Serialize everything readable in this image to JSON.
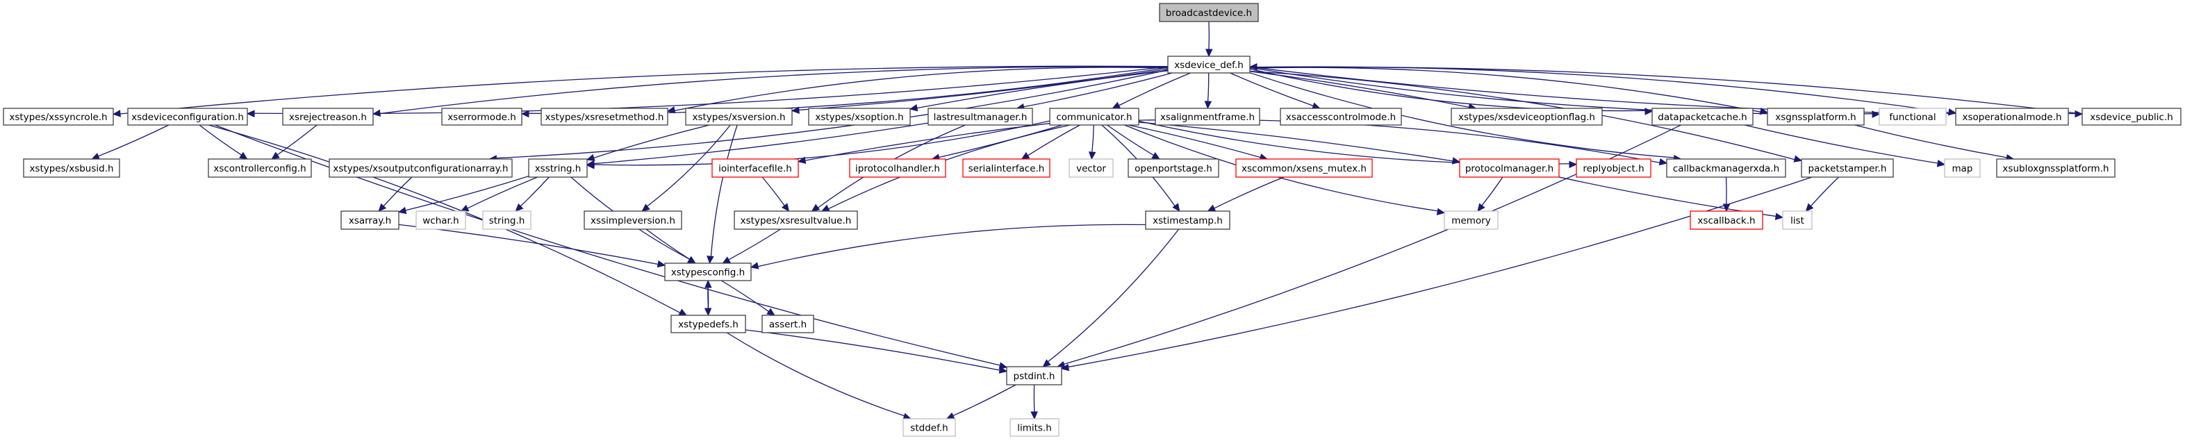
{
  "title": "broadcastdevice.h include dependency graph",
  "colors": {
    "edge": "#191970",
    "root_fill": "#bfbfbf",
    "root_stroke": "#404040",
    "normal_stroke": "#404040",
    "missing_doc_stroke": "#ff0000",
    "external_stroke": "#bfbfbf",
    "node_fill": "#ffffff"
  },
  "nodes": [
    {
      "id": "broadcastdevice",
      "label": "broadcastdevice.h",
      "kind": "root"
    },
    {
      "id": "xsdevice_def",
      "label": "xsdevice_def.h",
      "kind": "normal"
    },
    {
      "id": "xssyncrole",
      "label": "xstypes/xssyncrole.h",
      "kind": "normal"
    },
    {
      "id": "xsdeviceconfiguration",
      "label": "xsdeviceconfiguration.h",
      "kind": "normal"
    },
    {
      "id": "xsrejectreason",
      "label": "xsrejectreason.h",
      "kind": "normal"
    },
    {
      "id": "xserrormode",
      "label": "xserrormode.h",
      "kind": "normal"
    },
    {
      "id": "xsresetmethod",
      "label": "xstypes/xsresetmethod.h",
      "kind": "normal"
    },
    {
      "id": "xsversion",
      "label": "xstypes/xsversion.h",
      "kind": "normal"
    },
    {
      "id": "xsoption",
      "label": "xstypes/xsoption.h",
      "kind": "normal"
    },
    {
      "id": "lastresultmanager",
      "label": "lastresultmanager.h",
      "kind": "normal"
    },
    {
      "id": "communicator",
      "label": "communicator.h",
      "kind": "normal"
    },
    {
      "id": "xsalignmentframe",
      "label": "xsalignmentframe.h",
      "kind": "normal"
    },
    {
      "id": "xsaccesscontrolmode",
      "label": "xsaccesscontrolmode.h",
      "kind": "normal"
    },
    {
      "id": "xsdeviceoptionflag",
      "label": "xstypes/xsdeviceoptionflag.h",
      "kind": "normal"
    },
    {
      "id": "datapacketcache",
      "label": "datapacketcache.h",
      "kind": "normal"
    },
    {
      "id": "xsgnssplatform",
      "label": "xsgnssplatform.h",
      "kind": "normal"
    },
    {
      "id": "functional",
      "label": "functional",
      "kind": "external"
    },
    {
      "id": "xsoperationalmode",
      "label": "xsoperationalmode.h",
      "kind": "normal"
    },
    {
      "id": "xsdevice_public",
      "label": "xsdevice_public.h",
      "kind": "normal"
    },
    {
      "id": "xsbusid",
      "label": "xstypes/xsbusid.h",
      "kind": "normal"
    },
    {
      "id": "xscontrollerconfig",
      "label": "xscontrollerconfig.h",
      "kind": "normal"
    },
    {
      "id": "xsoutputconfigurationarray",
      "label": "xstypes/xsoutputconfigurationarray.h",
      "kind": "normal"
    },
    {
      "id": "xsstring",
      "label": "xsstring.h",
      "kind": "normal"
    },
    {
      "id": "iointerfacefile",
      "label": "iointerfacefile.h",
      "kind": "missing"
    },
    {
      "id": "iprotocolhandler",
      "label": "iprotocolhandler.h",
      "kind": "missing"
    },
    {
      "id": "serialinterface",
      "label": "serialinterface.h",
      "kind": "missing"
    },
    {
      "id": "vector",
      "label": "vector",
      "kind": "external"
    },
    {
      "id": "openportstage",
      "label": "openportstage.h",
      "kind": "normal"
    },
    {
      "id": "xsens_mutex",
      "label": "xscommon/xsens_mutex.h",
      "kind": "missing"
    },
    {
      "id": "protocolmanager",
      "label": "protocolmanager.h",
      "kind": "missing"
    },
    {
      "id": "replyobject",
      "label": "replyobject.h",
      "kind": "missing"
    },
    {
      "id": "callbackmanagerxda",
      "label": "callbackmanagerxda.h",
      "kind": "normal"
    },
    {
      "id": "packetstamper",
      "label": "packetstamper.h",
      "kind": "normal"
    },
    {
      "id": "map",
      "label": "map",
      "kind": "external"
    },
    {
      "id": "xsubloxgnssplatform",
      "label": "xsubloxgnssplatform.h",
      "kind": "normal"
    },
    {
      "id": "xsarray",
      "label": "xsarray.h",
      "kind": "normal"
    },
    {
      "id": "wchar",
      "label": "wchar.h",
      "kind": "external"
    },
    {
      "id": "string",
      "label": "string.h",
      "kind": "external"
    },
    {
      "id": "xssimpleversion",
      "label": "xssimpleversion.h",
      "kind": "normal"
    },
    {
      "id": "xsresultvalue",
      "label": "xstypes/xsresultvalue.h",
      "kind": "normal"
    },
    {
      "id": "xstimestamp",
      "label": "xstimestamp.h",
      "kind": "normal"
    },
    {
      "id": "memory",
      "label": "memory",
      "kind": "external"
    },
    {
      "id": "xscallback",
      "label": "xscallback.h",
      "kind": "missing"
    },
    {
      "id": "list",
      "label": "list",
      "kind": "external"
    },
    {
      "id": "xstypesconfig",
      "label": "xstypesconfig.h",
      "kind": "normal"
    },
    {
      "id": "xstypedefs",
      "label": "xstypedefs.h",
      "kind": "normal"
    },
    {
      "id": "assert",
      "label": "assert.h",
      "kind": "normal"
    },
    {
      "id": "pstdint",
      "label": "pstdint.h",
      "kind": "normal"
    },
    {
      "id": "stddef",
      "label": "stddef.h",
      "kind": "external"
    },
    {
      "id": "limits",
      "label": "limits.h",
      "kind": "external"
    }
  ],
  "edges": [
    [
      "broadcastdevice",
      "xsdevice_def"
    ],
    [
      "xsdevice_def",
      "xssyncrole"
    ],
    [
      "xsdevice_def",
      "xsdeviceconfiguration"
    ],
    [
      "xsdevice_def",
      "xsrejectreason"
    ],
    [
      "xsdevice_def",
      "xserrormode"
    ],
    [
      "xsdevice_def",
      "xsresetmethod"
    ],
    [
      "xsdevice_def",
      "xsversion"
    ],
    [
      "xsdevice_def",
      "xsoption"
    ],
    [
      "xsdevice_def",
      "lastresultmanager"
    ],
    [
      "xsdevice_def",
      "communicator"
    ],
    [
      "xsdevice_def",
      "xsalignmentframe"
    ],
    [
      "xsdevice_def",
      "xsaccesscontrolmode"
    ],
    [
      "xsdevice_def",
      "xsdeviceoptionflag"
    ],
    [
      "xsdevice_def",
      "datapacketcache"
    ],
    [
      "xsdevice_def",
      "xsgnssplatform"
    ],
    [
      "xsdevice_def",
      "functional"
    ],
    [
      "xsdevice_def",
      "xsoperationalmode"
    ],
    [
      "xsdevice_def",
      "xsdevice_public"
    ],
    [
      "xsdevice_def",
      "xsoutputconfigurationarray"
    ],
    [
      "xsdevice_def",
      "callbackmanagerxda"
    ],
    [
      "xsdevice_def",
      "packetstamper"
    ],
    [
      "xsdevice_public",
      "xsdevice_def"
    ],
    [
      "xsdeviceconfiguration",
      "xsbusid"
    ],
    [
      "xsdeviceconfiguration",
      "xscontrollerconfig"
    ],
    [
      "xsdeviceconfiguration",
      "xstypedefs"
    ],
    [
      "xsdeviceconfiguration",
      "pstdint"
    ],
    [
      "xsrejectreason",
      "xscontrollerconfig"
    ],
    [
      "xsversion",
      "xsstring"
    ],
    [
      "xsversion",
      "xssimpleversion"
    ],
    [
      "xsversion",
      "xstypesconfig"
    ],
    [
      "lastresultmanager",
      "xsstring"
    ],
    [
      "lastresultmanager",
      "xsresultvalue"
    ],
    [
      "communicator",
      "xsstring"
    ],
    [
      "communicator",
      "iointerfacefile"
    ],
    [
      "communicator",
      "iprotocolhandler"
    ],
    [
      "communicator",
      "serialinterface"
    ],
    [
      "communicator",
      "vector"
    ],
    [
      "communicator",
      "openportstage"
    ],
    [
      "communicator",
      "xsens_mutex"
    ],
    [
      "communicator",
      "xsresultvalue"
    ],
    [
      "communicator",
      "xstimestamp"
    ],
    [
      "communicator",
      "memory"
    ],
    [
      "communicator",
      "protocolmanager"
    ],
    [
      "communicator",
      "replyobject"
    ],
    [
      "communicator",
      "callbackmanagerxda"
    ],
    [
      "xsoutputconfigurationarray",
      "xsarray"
    ],
    [
      "xsstring",
      "xsarray"
    ],
    [
      "xsstring",
      "wchar"
    ],
    [
      "xsstring",
      "string"
    ],
    [
      "xsstring",
      "xstypesconfig"
    ],
    [
      "iointerfacefile",
      "xsresultvalue"
    ],
    [
      "xsens_mutex",
      "xstimestamp"
    ],
    [
      "protocolmanager",
      "memory"
    ],
    [
      "protocolmanager",
      "list"
    ],
    [
      "callbackmanagerxda",
      "xscallback"
    ],
    [
      "packetstamper",
      "list"
    ],
    [
      "packetstamper",
      "pstdint"
    ],
    [
      "datapacketcache",
      "map"
    ],
    [
      "datapacketcache",
      "pstdint"
    ],
    [
      "xsgnssplatform",
      "xsubloxgnssplatform"
    ],
    [
      "xsarray",
      "xstypesconfig"
    ],
    [
      "xssimpleversion",
      "xstypesconfig"
    ],
    [
      "xsresultvalue",
      "xstypesconfig"
    ],
    [
      "xstimestamp",
      "xstypesconfig"
    ],
    [
      "xstimestamp",
      "pstdint"
    ],
    [
      "xstypesconfig",
      "xstypedefs"
    ],
    [
      "xstypesconfig",
      "assert"
    ],
    [
      "xstypedefs",
      "xstypesconfig"
    ],
    [
      "xstypedefs",
      "pstdint"
    ],
    [
      "xstypedefs",
      "stddef"
    ],
    [
      "pstdint",
      "stddef"
    ],
    [
      "pstdint",
      "limits"
    ]
  ]
}
